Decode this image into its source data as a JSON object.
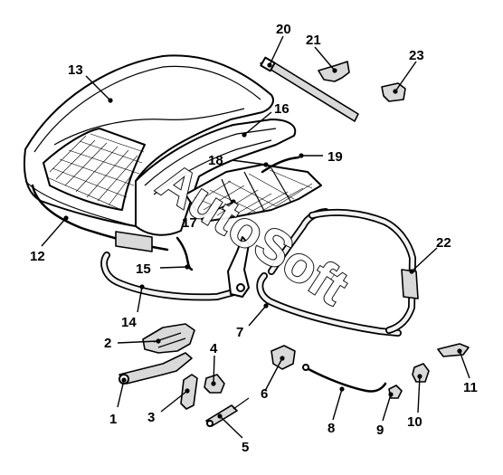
{
  "watermark": {
    "line1": "AutoSoft"
  },
  "callouts": [
    {
      "id": "1",
      "text": "1"
    },
    {
      "id": "2",
      "text": "2"
    },
    {
      "id": "3",
      "text": "3"
    },
    {
      "id": "4",
      "text": "4"
    },
    {
      "id": "5",
      "text": "5"
    },
    {
      "id": "6",
      "text": "6"
    },
    {
      "id": "7",
      "text": "7"
    },
    {
      "id": "8",
      "text": "8"
    },
    {
      "id": "9",
      "text": "9"
    },
    {
      "id": "10",
      "text": "10"
    },
    {
      "id": "11",
      "text": "11"
    },
    {
      "id": "12",
      "text": "12"
    },
    {
      "id": "13",
      "text": "13"
    },
    {
      "id": "14",
      "text": "14"
    },
    {
      "id": "15",
      "text": "15"
    },
    {
      "id": "16",
      "text": "16"
    },
    {
      "id": "17",
      "text": "17"
    },
    {
      "id": "18",
      "text": "18"
    },
    {
      "id": "19",
      "text": "19"
    },
    {
      "id": "20",
      "text": "20"
    },
    {
      "id": "21",
      "text": "21"
    },
    {
      "id": "22",
      "text": "22"
    },
    {
      "id": "23",
      "text": "23"
    }
  ]
}
